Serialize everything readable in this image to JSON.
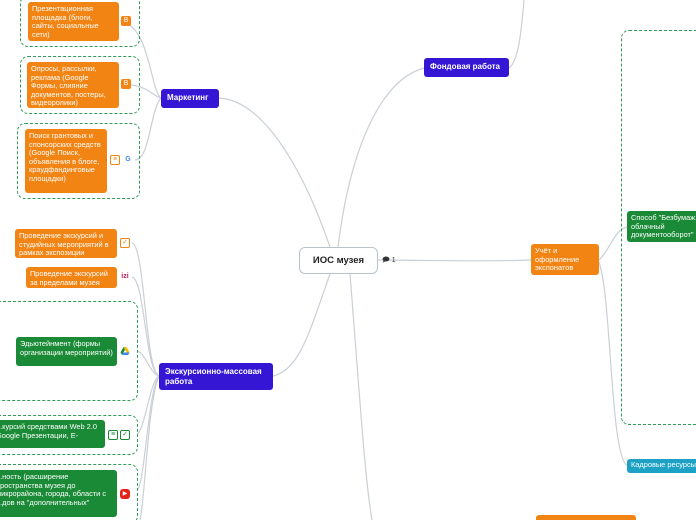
{
  "central": {
    "title": "ИОС музея",
    "comment_count": "1"
  },
  "branches": {
    "fond": "Фондовая работа",
    "marketing": "Маркетинг",
    "excursion": "Экскурсионно-массовая работа",
    "uchet": "Учёт и оформление экспонатов",
    "bezbumag": "Способ \"Безбумаж... облачный документооборот\"",
    "kadry": "Кадровые ресурсы"
  },
  "marketing_items": [
    {
      "text": "Презентационная площадка (блоги, сайты, социальные сети)",
      "icon": "blogger-icon"
    },
    {
      "text": "Опросы, рассылки, реклама (Google Формы, слияние документов, постеры, видеоролики)",
      "icon": "blogger-icon"
    },
    {
      "text": "Поиск грантовых и спонсорских средств (Google Поиск, объявления в блоге, краудфандинговые площадки)",
      "icon": "google-icon"
    }
  ],
  "excursion_items": [
    {
      "text": "Проведение экскурсий и студийных мероприятий в рамках экспозиции",
      "icon": "checkbox-icon"
    },
    {
      "text": "Проведение экскурсий за пределами музея",
      "icon": "izi-icon"
    },
    {
      "text": "Эдьютейнмент (формы организации мероприятий)",
      "icon": "google-drive-icon"
    },
    {
      "text": "...курсий средствами Web 2.0 Google Презентации, E-",
      "icon": "list-icon"
    },
    {
      "text": "...ность (расширение пространства музея до микрорайона, города, области с ...дов на \"дополнительных\"",
      "icon": "youtube-icon"
    }
  ],
  "colors": {
    "orange": "#f28414",
    "green": "#1a8a37",
    "purple": "#3416d4",
    "teal": "#1da2c5",
    "link": "#c5cdd4",
    "group_border": "#2f9b57"
  }
}
